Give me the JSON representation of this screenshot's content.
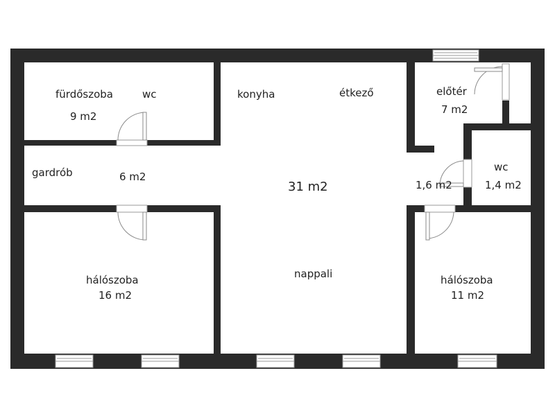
{
  "rooms": {
    "bathroom": {
      "name": "fürdőszoba",
      "wc": "wc",
      "area": "9 m2"
    },
    "kitchen": {
      "name": "konyha"
    },
    "dining": {
      "name": "étkező"
    },
    "hall": {
      "name": "előtér",
      "area": "7 m2"
    },
    "wc": {
      "name": "wc",
      "area": "1,4 m2"
    },
    "corridor": {
      "area": "1,6 m2"
    },
    "wardrobe": {
      "name": "gardrób",
      "area": "6 m2"
    },
    "living": {
      "name": "nappali",
      "area": "31 m2"
    },
    "bedroom_left": {
      "name": "hálószoba",
      "area": "16 m2"
    },
    "bedroom_right": {
      "name": "hálószoba",
      "area": "11 m2"
    }
  }
}
